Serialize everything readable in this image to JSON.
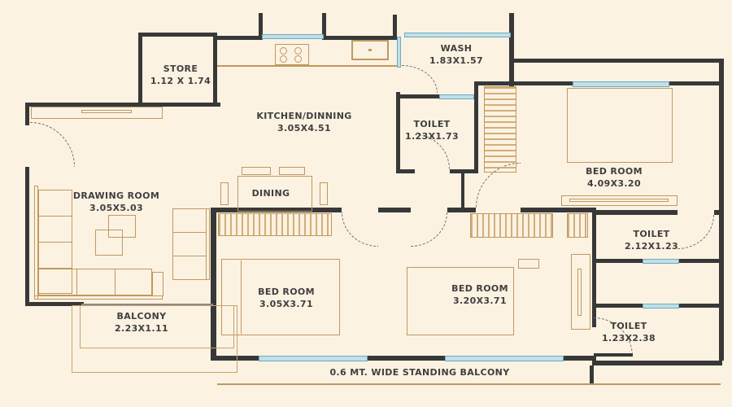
{
  "labels": {
    "store": {
      "name": "STORE",
      "dims": "1.12 X 1.74"
    },
    "kitchen": {
      "name": "KITCHEN/DINNING",
      "dims": "3.05X4.51"
    },
    "wash": {
      "name": "WASH",
      "dims": "1.83X1.57"
    },
    "toilet_top": {
      "name": "TOILET",
      "dims": "1.23X1.73"
    },
    "bedroom_right": {
      "name": "BED ROOM",
      "dims": "4.09X3.20"
    },
    "toilet_mid": {
      "name": "TOILET",
      "dims": "2.12X1.23"
    },
    "drawing_room": {
      "name": "DRAWING ROOM",
      "dims": "3.05X5.03"
    },
    "dining": {
      "name": "DINING",
      "dims": ""
    },
    "bedroom_left": {
      "name": "BED ROOM",
      "dims": "3.05X3.71"
    },
    "bedroom_mid": {
      "name": "BED ROOM",
      "dims": "3.20X3.71"
    },
    "balcony": {
      "name": "BALCONY",
      "dims": "2.23X1.11"
    },
    "toilet_bottom": {
      "name": "TOILET",
      "dims": "1.23X2.38"
    },
    "standing_balcony": {
      "name": "0.6 MT. WIDE STANDING BALCONY",
      "dims": ""
    }
  },
  "colors": {
    "background": "#fcf2e2",
    "wall": "#383838",
    "furniture": "#bf995f",
    "window_fill": "#bfe0ea",
    "window_line": "#6fa9bc",
    "text": "#3f3f3f"
  }
}
